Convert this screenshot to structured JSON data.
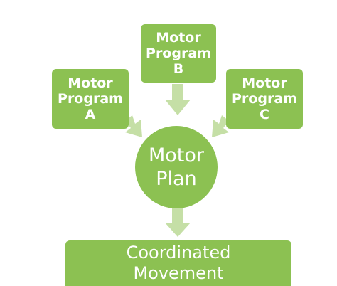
{
  "nodes": {
    "program_a": {
      "line1": "Motor",
      "line2": "Program",
      "line3": "A"
    },
    "program_b": {
      "line1": "Motor",
      "line2": "Program",
      "line3": "B"
    },
    "program_c": {
      "line1": "Motor",
      "line2": "Program",
      "line3": "C"
    },
    "plan": {
      "line1": "Motor",
      "line2": "Plan"
    },
    "result": {
      "line1": "Coordinated",
      "line2": "Movement"
    }
  },
  "colors": {
    "node_fill": "#8cc152",
    "arrow_fill": "#c5dfa6",
    "text": "#ffffff"
  }
}
